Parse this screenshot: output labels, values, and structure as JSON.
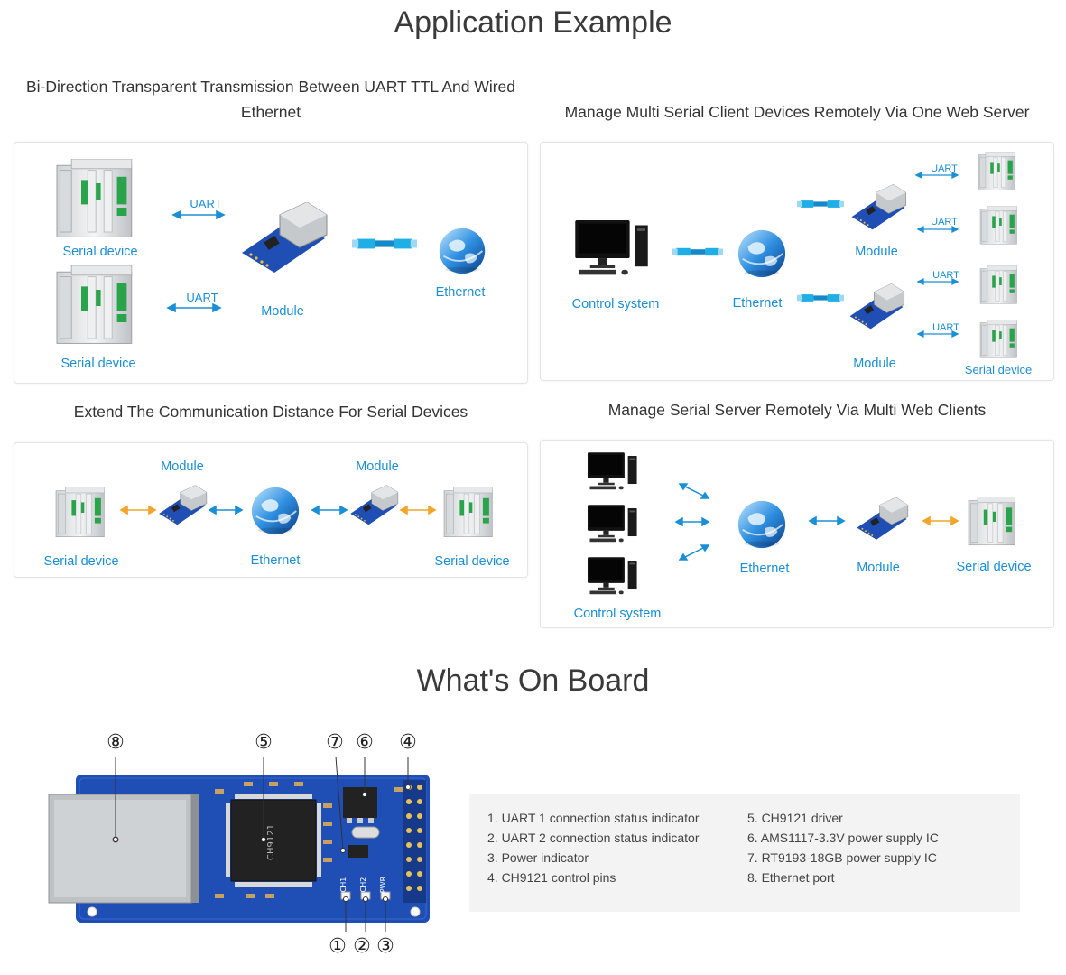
{
  "headings": {
    "application": "Application Example",
    "onboard": "What's On Board"
  },
  "panels": {
    "p1": {
      "title_line1": "Bi-Direction Transparent Transmission Between UART TTL And Wired",
      "title_line2": "Ethernet",
      "serial_top": "Serial device",
      "serial_bottom": "Serial device",
      "uart_top": "UART",
      "uart_bottom": "UART",
      "module": "Module",
      "ethernet": "Ethernet"
    },
    "p2": {
      "title": "Manage Multi Serial Client Devices Remotely Via One Web Server",
      "control": "Control system",
      "ethernet": "Ethernet",
      "module_top": "Module",
      "module_bottom": "Module",
      "uart1": "UART",
      "uart2": "UART",
      "uart3": "UART",
      "uart4": "UART",
      "serial": "Serial device"
    },
    "p3": {
      "title": "Extend The Communication Distance For Serial Devices",
      "module_left": "Module",
      "module_right": "Module",
      "serial_left": "Serial device",
      "ethernet": "Ethernet",
      "serial_right": "Serial device"
    },
    "p4": {
      "title": "Manage Serial Server Remotely Via Multi Web Clients",
      "control": "Control system",
      "ethernet": "Ethernet",
      "module": "Module",
      "serial": "Serial device"
    }
  },
  "board": {
    "callouts": [
      "①",
      "②",
      "③",
      "④",
      "⑤",
      "⑥",
      "⑦",
      "⑧"
    ],
    "chip_text": "CH9121",
    "silk": [
      "CH1",
      "CH2",
      "PWR"
    ]
  },
  "specs": {
    "col1": [
      "1. UART 1 connection status indicator",
      "2. UART 2 connection status indicator",
      "3. Power indicator",
      "4. CH9121 control pins"
    ],
    "col2": [
      "5. CH9121 driver",
      "6. AMS1117-3.3V power supply IC",
      "7. RT9193-18GB power supply IC",
      "8. Ethernet port"
    ]
  },
  "colors": {
    "accent_blue": "#1a8fd6",
    "arrow_orange": "#f2a52a",
    "pcb_blue": "#1f4fb5"
  }
}
